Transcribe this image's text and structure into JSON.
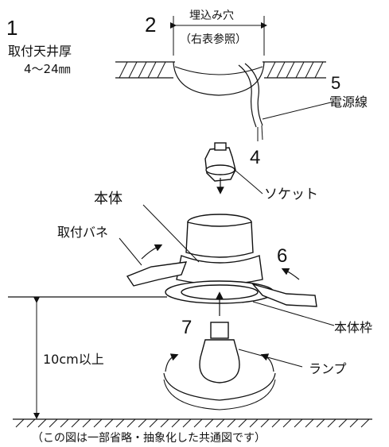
{
  "callouts": {
    "n1": "1",
    "thickness_label": "取付天井厚",
    "thickness_range": "4〜24㎜",
    "n2": "2",
    "hole_label": "埋込み穴",
    "hole_ref": "（右表参照）",
    "n5": "5",
    "power_label": "電源線",
    "n4": "4",
    "socket_label": "ソケット",
    "body_label": "本体",
    "spring_label": "取付バネ",
    "n6": "6",
    "n7": "7",
    "frame_label": "本体枠",
    "height_label": "10cm以上",
    "lamp_label": "ランプ"
  },
  "footnote": "（この図は一部省略・抽象化した共通図です）"
}
